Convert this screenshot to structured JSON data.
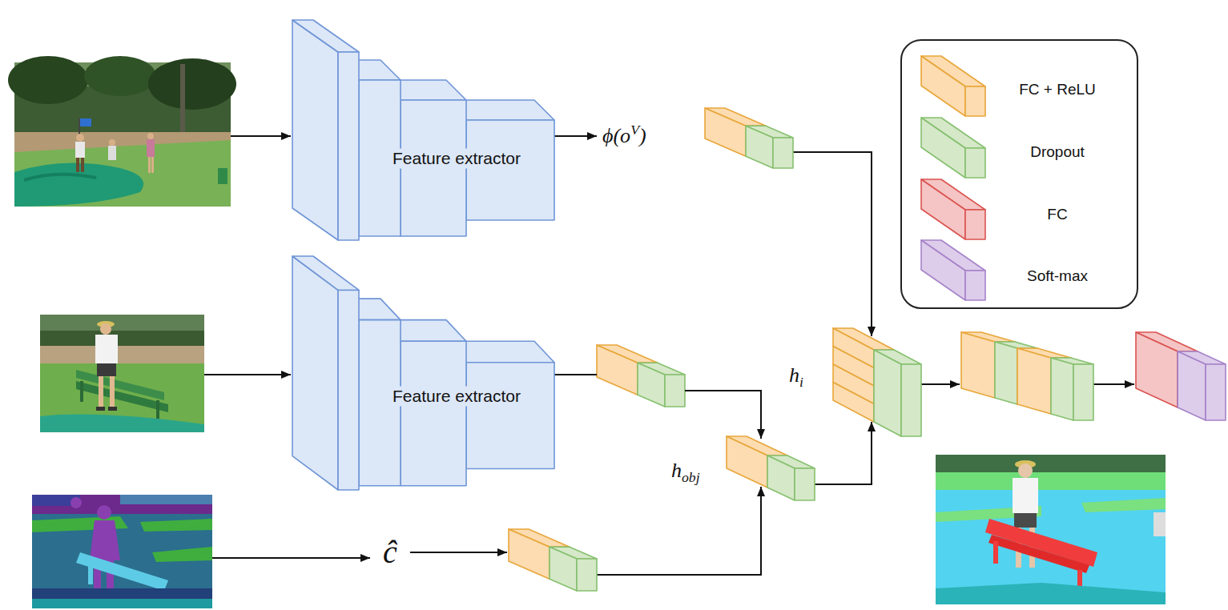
{
  "diagram": {
    "nodes": [
      {
        "text": [
          "Feature extractor"
        ]
      },
      {
        "text": [
          "ϕ(oV)"
        ]
      },
      {
        "text": [
          "Feature extractor"
        ]
      },
      {
        "text": [
          "hobj"
        ]
      },
      {
        "text": [
          "hi"
        ]
      }
    ],
    "edges": [
      {
        "from": 0,
        "to": 1,
        "arrow": "to"
      },
      {
        "from": 1,
        "to": 4,
        "arrow": "to"
      },
      {
        "from": 2,
        "to": 3,
        "arrow": "to"
      },
      {
        "from": 3,
        "to": 4,
        "arrow": "to"
      }
    ],
    "labels": [
      "ĉ"
    ],
    "legend": [
      {
        "text": "FC + ReLU",
        "color": "#fcdcb0"
      },
      {
        "text": "Dropout",
        "color": "#d5e8c8"
      },
      {
        "text": "FC",
        "color": "#f5c4c4"
      },
      {
        "text": "Soft-max",
        "color": "#ddcdeb"
      }
    ]
  }
}
